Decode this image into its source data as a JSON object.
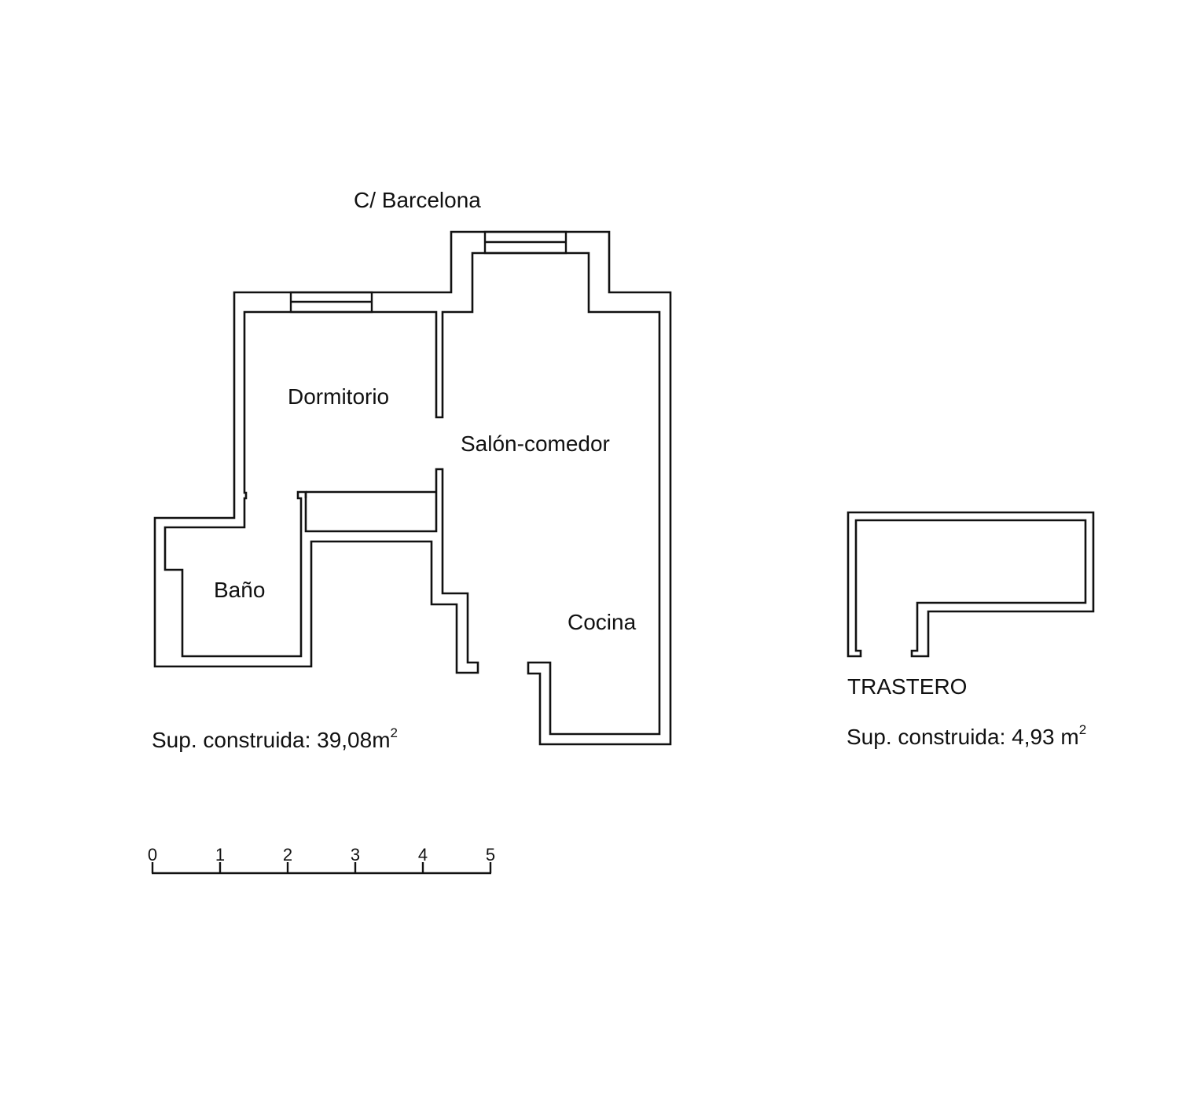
{
  "street": "C/ Barcelona",
  "rooms": {
    "dormitorio": "Dormitorio",
    "salon": "Salón-comedor",
    "bano": "Baño",
    "cocina": "Cocina",
    "trastero": "TRASTERO"
  },
  "areas": {
    "main_label": "Sup. construida: 39,08m",
    "main_sup": "2",
    "storage_label": "Sup. construida: 4,93 m",
    "storage_sup": "2"
  },
  "scale": {
    "ticks": [
      "0",
      "1",
      "2",
      "3",
      "4",
      "5"
    ]
  }
}
